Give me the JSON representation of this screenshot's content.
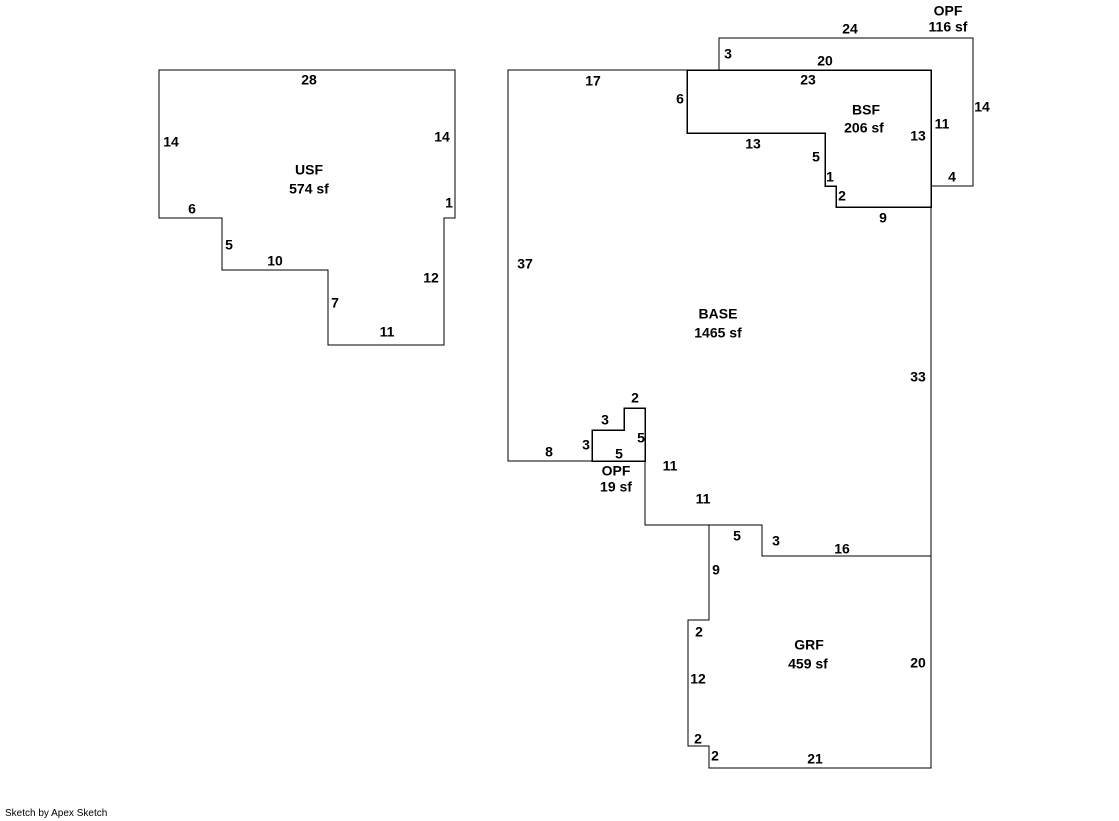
{
  "areas": {
    "usf": {
      "name": "USF",
      "size": "574 sf",
      "dims": [
        "28",
        "14",
        "14",
        "1",
        "6",
        "5",
        "10",
        "7",
        "11",
        "12"
      ]
    },
    "base": {
      "name": "BASE",
      "size": "1465 sf",
      "dims": [
        "17",
        "37",
        "8",
        "33",
        "11",
        "11",
        "16"
      ]
    },
    "bsf": {
      "name": "BSF",
      "size": "206 sf",
      "dims": [
        "23",
        "6",
        "13",
        "5",
        "1",
        "2",
        "9",
        "13"
      ]
    },
    "opf_top": {
      "name": "OPF",
      "size": "116 sf",
      "dims": [
        "24",
        "3",
        "20",
        "11",
        "14",
        "4"
      ]
    },
    "opf_small": {
      "name": "OPF",
      "size": "19 sf",
      "dims": [
        "2",
        "3",
        "5",
        "3",
        "5"
      ]
    },
    "grf": {
      "name": "GRF",
      "size": "459 sf",
      "dims": [
        "5",
        "3",
        "9",
        "2",
        "12",
        "2",
        "2",
        "21",
        "20"
      ]
    }
  },
  "footer": {
    "credit": "Sketch by Apex Sketch"
  }
}
